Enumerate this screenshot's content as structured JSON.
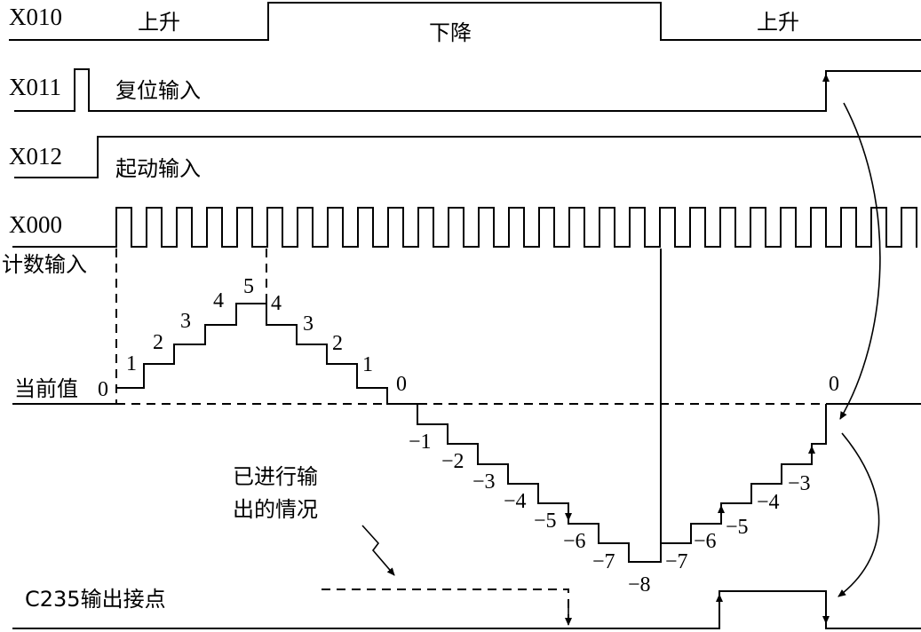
{
  "signals": {
    "x010": {
      "name": "X010",
      "rise1": "上升",
      "fall": "下降",
      "rise2": "上升"
    },
    "x011": {
      "name": "X011",
      "desc": "复位输入"
    },
    "x012": {
      "name": "X012",
      "desc": "起动输入"
    },
    "x000": {
      "name": "X000",
      "desc": "计数输入"
    }
  },
  "count": {
    "label": "当前值",
    "zero_label": "0",
    "up_values": [
      "1",
      "2",
      "3",
      "4",
      "5"
    ],
    "down_values": [
      "4",
      "3",
      "2",
      "1",
      "0",
      "−1",
      "−2",
      "−3",
      "−4",
      "−5",
      "−6",
      "−7",
      "−8"
    ],
    "up_again_values": [
      "−7",
      "−6",
      "−5",
      "−4",
      "−3"
    ],
    "reset_zero": "0"
  },
  "annotation": {
    "line1": "已进行输",
    "line2": "出的情况"
  },
  "output": {
    "name": "C235输出接点"
  }
}
